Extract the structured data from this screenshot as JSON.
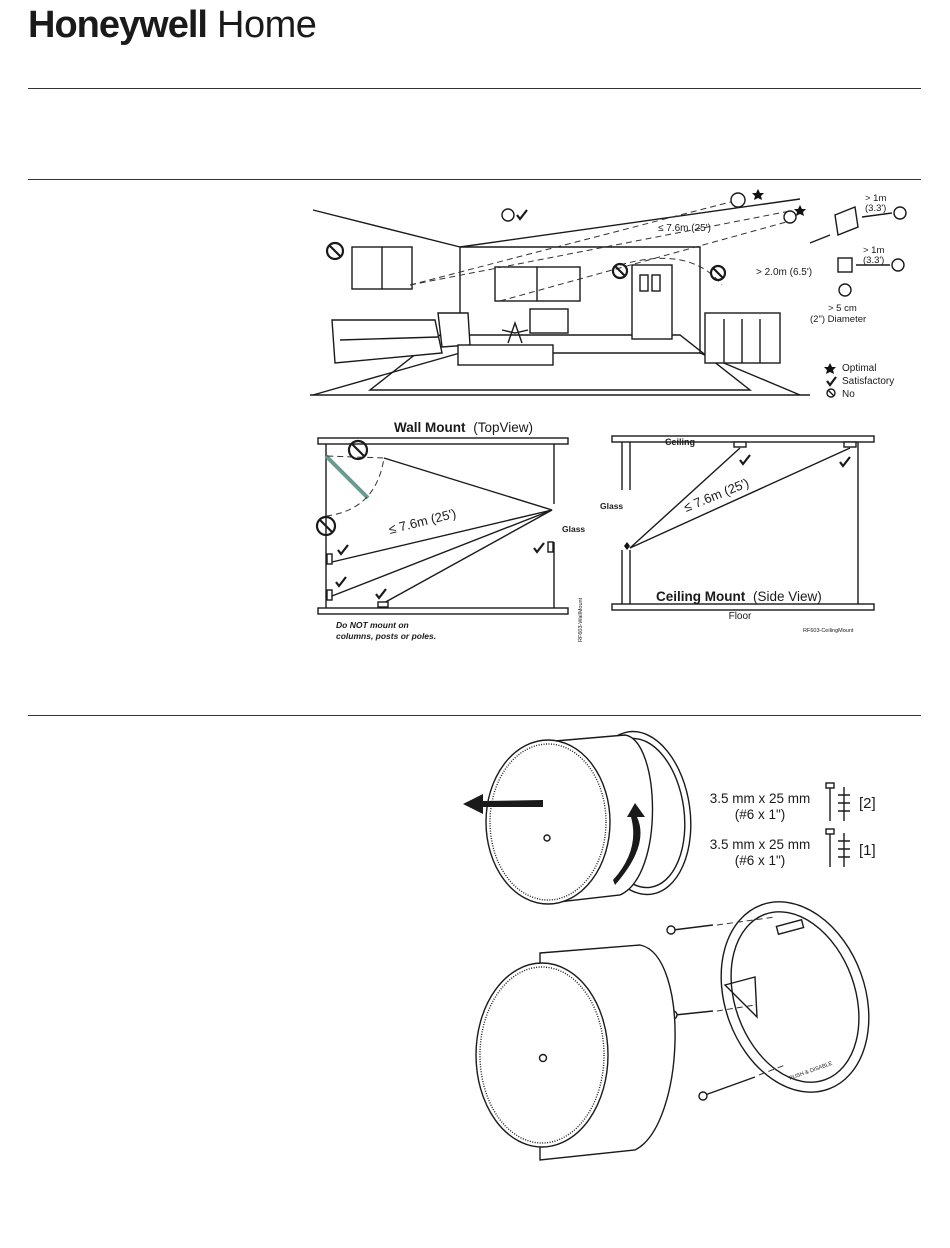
{
  "header": {
    "brand": "Honeywell",
    "subbrand": "Home"
  },
  "room_scene": {
    "distance_long": "≤ 7.6m (25')",
    "height": "> 2.0m (6.5')",
    "gt1m_a": "> 1m",
    "gt1m_a_ft": "(3.3')",
    "gt1m_b": "> 1m",
    "gt1m_b_ft": "(3.3')",
    "gt5cm": "> 5 cm",
    "diameter": "(2\") Diameter",
    "legend": {
      "optimal": "Optimal",
      "satisfactory": "Satisfactory",
      "no": "No"
    }
  },
  "wall_mount": {
    "title_bold": "Wall Mount",
    "title_rest": "(TopView)",
    "distance": "≤ 7.6m (25')",
    "glass": "Glass",
    "warning_line1": "Do NOT mount on",
    "warning_line2": "columns, posts or poles.",
    "code": "RF603-WallMount"
  },
  "ceiling_mount": {
    "ceiling": "Ceiling",
    "glass": "Glass",
    "distance": "≤ 7.6m (25')",
    "title_bold": "Ceiling Mount",
    "title_rest": "(Side View)",
    "floor": "Floor",
    "code": "RF603-CeilingMount"
  },
  "hardware": {
    "screw_a_line1": "3.5 mm x 25 mm",
    "screw_a_line2": "(#6 x 1\")",
    "screw_a_qty": "[2]",
    "screw_b_line1": "3.5 mm x 25 mm",
    "screw_b_line2": "(#6 x 1\")",
    "screw_b_qty": "[1]"
  },
  "install_labels": {
    "release_text": "PUSH & DISABLE"
  }
}
